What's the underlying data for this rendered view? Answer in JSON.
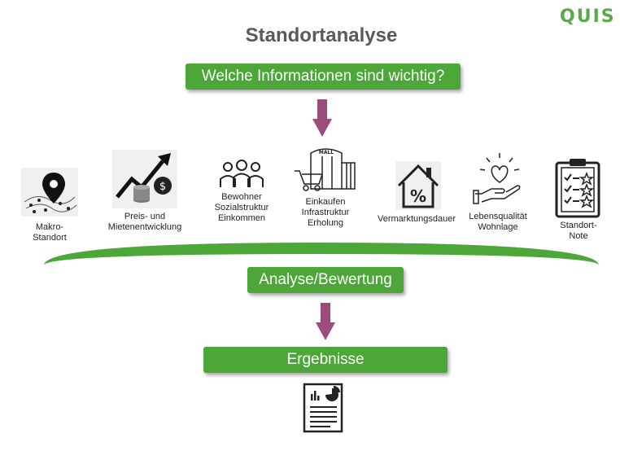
{
  "logo": "QUIS",
  "title": "Standortanalyse",
  "question_button": "Welche Informationen sind wichtig?",
  "analysis_button": "Analyse/Bewertung",
  "results_button": "Ergebnisse",
  "icons": [
    {
      "icon": "map-location-icon",
      "label": "Makro-\nStandort"
    },
    {
      "icon": "rising-price-chart-icon",
      "label": "Preis- und\nMietenentwicklung"
    },
    {
      "icon": "people-group-icon",
      "label": "Bewohner\nSozialstruktur\nEinkommen"
    },
    {
      "icon": "mall-shopping-icon",
      "label": "Einkaufen\nInfrastruktur\nErholung",
      "mall_sign": "MALL"
    },
    {
      "icon": "house-percent-icon",
      "label": "Vermarktungsdauer",
      "percent_sign": "%"
    },
    {
      "icon": "hand-heart-icon",
      "label": "Lebensqualität\nWohnlage"
    },
    {
      "icon": "clipboard-checklist-icon",
      "label": "Standort-\nNote"
    }
  ],
  "colors": {
    "green": "#4ca638",
    "arrow": "#9a4c7c",
    "logo": "#5aa84a",
    "title": "#595959"
  }
}
